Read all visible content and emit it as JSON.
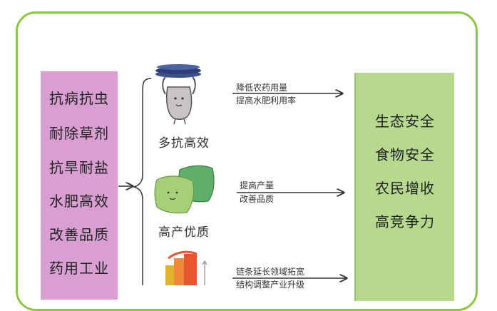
{
  "traits": [
    "抗病抗虫",
    "耐除草剂",
    "抗旱耐盐",
    "水肥高效",
    "改善品质",
    "药用工业"
  ],
  "goals": [
    "生态安全",
    "食物安全",
    "农民增收",
    "高竞争力"
  ],
  "benefits": [
    {
      "caption": "多抗高效",
      "notes": [
        "降低农药用量",
        "提高水肥利用率"
      ]
    },
    {
      "caption": "高产优质",
      "notes": [
        "提高产量",
        "改善品质"
      ]
    },
    {
      "caption": "",
      "notes": [
        "链条延长领域拓宽",
        "结构调整产业升级"
      ]
    }
  ],
  "colors": {
    "frame": "#8dc63f",
    "traits_box": "#d99fd3",
    "goals_box": "#b6d98e"
  },
  "icons": [
    "plates-character-icon",
    "pillows-character-icon",
    "bar-chart-icon"
  ]
}
